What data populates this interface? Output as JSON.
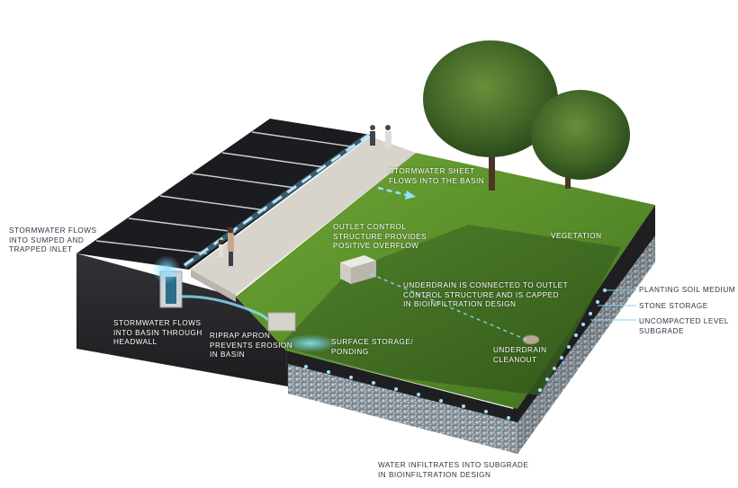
{
  "labels": {
    "inlet": "Stormwater flows\ninto sumped and\ntrapped inlet",
    "sheet_flow": "Stormwater sheet\nflows into the basin",
    "outlet": "Outlet control\nstructure provides\npositive overflow",
    "vegetation": "Vegetation",
    "underdrain": "Underdrain is connected to outlet\ncontrol structure and is capped\nin bioinfiltration design",
    "headwall": "Stormwater flows\ninto basin through\nheadwall",
    "riprap": "Riprap apron\nprevents erosion\nin basin",
    "surface_storage": "Surface storage/\nponding",
    "cleanout": "Underdrain\ncleanout",
    "planting_soil": "Planting soil medium",
    "stone_storage": "Stone storage",
    "subgrade": "Uncompacted level\nsubgrade",
    "infiltrates": "Water infiltrates into subgrade\nin bioinfiltration design"
  },
  "colors": {
    "asphalt": "#1c1d20",
    "sidewalk": "#d9d6cf",
    "grass": "#5b8e2a",
    "soil_side": "#2a2a2d",
    "stone": "#8f9aa3",
    "water_glow": "#6fd0ff",
    "text_dark": "#2b3540",
    "text_light": "#ffffff"
  }
}
